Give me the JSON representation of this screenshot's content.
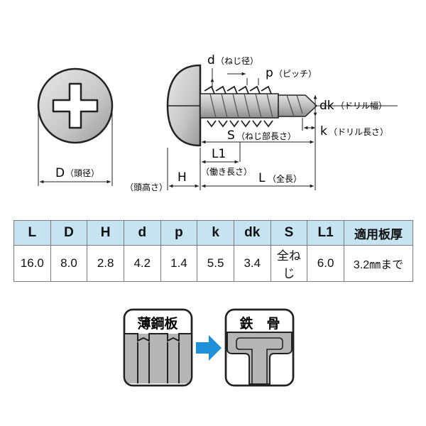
{
  "diagram": {
    "labels": {
      "D": "D",
      "D_note": "（頭径）",
      "H": "H",
      "H_note": "（頭高さ）",
      "d": "d",
      "d_note": "（ねじ径）",
      "p": "p",
      "p_note": "（ピッチ）",
      "dk": "dk",
      "dk_note": "（ドリル幅）",
      "k": "k",
      "k_note": "（ドリル長さ）",
      "S": "S",
      "S_note": "（ねじ部長さ）",
      "L1": "L1",
      "L1_note": "（働き長さ）",
      "L": "L",
      "L_note": "（全長）"
    }
  },
  "table": {
    "headers": [
      "L",
      "D",
      "H",
      "d",
      "p",
      "k",
      "dk",
      "S",
      "L1",
      "適用板厚"
    ],
    "row": [
      "16.0",
      "8.0",
      "2.8",
      "4.2",
      "1.4",
      "5.5",
      "3.4",
      "全ねじ",
      "6.0",
      "3.2㎜まで"
    ]
  },
  "application": {
    "from_label": "薄鋼板",
    "to_label": "鉄　骨"
  },
  "colors": {
    "table_header_bg": "#c5e3f0",
    "arrow": "#1e90d8",
    "screw_fill": "#c9c9c9",
    "panel_gray": "#b5b5b5"
  }
}
